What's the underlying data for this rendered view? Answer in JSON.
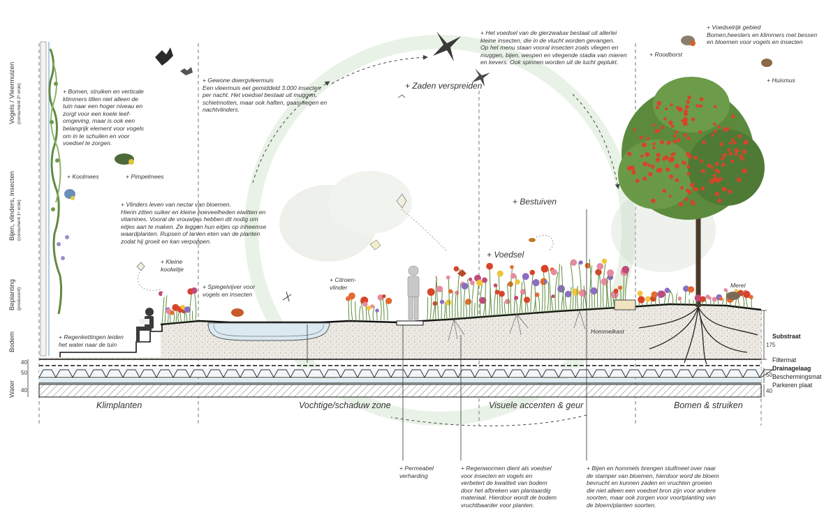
{
  "left_axis": [
    {
      "main": "Vogels / Vleermuizen",
      "sub": "(consument 2ᵉ orde)"
    },
    {
      "main": "Bijen, vlinders, insecten",
      "sub": "(consument 1ᵉ orde)"
    },
    {
      "main": "Beplanting",
      "sub": "(producent)"
    },
    {
      "main": "Bodem",
      "sub": ""
    },
    {
      "main": "Water",
      "sub": ""
    }
  ],
  "zones": [
    "Klimplanten",
    "Vochtige/schaduw zone",
    "Visuele accenten & geur",
    "Bomen & struiken"
  ],
  "layers": {
    "substraat": "Substraat",
    "filtermat": "Filtermat",
    "drainagelaag": "Drainagelaag",
    "beschermingsmat": "Beschermingsmat",
    "parkeren": "Parkeren plaat"
  },
  "dimensions": {
    "d175": "175",
    "d40a": "40",
    "d50a": "50",
    "d40b": "40",
    "d50b": "50",
    "d40c": "40"
  },
  "cycle": {
    "zaden": "+ Zaden verspreiden",
    "bestuiven": "+ Bestuiven",
    "voedsel": "+ Voedsel"
  },
  "annotations": {
    "bomen_klimmers": "+ Bomen, struiken en verticale\nklimmers tillen niet alleen de\ntuin naar een hoger niveau en\nzorgt voor een koele leef-\nomgeving, maar is ook een\nbelangrijk element voor vogels\nom in te schuilen en voor\nvoedsel te zorgen.",
    "vleermuis": "+ Gewone dwergvleermuis\nEen vleermuis eet gemiddeld 3.000 insecten\nper nacht. Het voedsel bestaat uit muggen,\nschietmotten, maar ook haften, gaasvliegen en\nnachtvlinders.",
    "gierzwaluw": "+ Het voedsel van de gierzwaluw bestaat uit allerlei\nkleine insecten, die in de vlucht worden gevangen.\nOp het menu staan vooral insecten zoals vliegen en\nmuggen, bijen, wespen en vliegende stadia van mieren\nen kevers. Ook spinnen worden uit de lucht geplukt.",
    "voedselrijk": "+ Voedselrijk gebied\nBomen,heesters en klimmers met bessen\nen bloemen voor vogels en insecten",
    "roodborst": "+ Roodborst",
    "huismus": "+ Huismus",
    "koolmees": "+ Koolmees",
    "pimpelmees": "+ Pimpelmees",
    "vlinders": "+ Vlinders leven van nectar van bloemen.\nHierin zitten suiker en kleine hoeveelheden eiwitten en\nvitamines. Vooral de vrouwtjes hebben dit nodig om\neitjes aan te maken. Ze leggen hun eitjes op inheemse\nwaardplanten. Rupsen of larven eten van de planten\nzodat hij groeit en kan verpoppen.",
    "koolwitje": "+ Kleine\nkoolwitje",
    "spiegelvijver": "+ Spiegelvijver voor\nvogels en insecten",
    "citroenvlinder": "+ Citroen-\nvlinder",
    "merel": "Merel",
    "hommelkast": "Hommelkast",
    "regenkettingen": "+ Regenkettingen leiden\nhet water naar de tuin",
    "permeabel": "+ Permeabel\nverharding",
    "regenwormen": "+ Regenwormen dient als voedsel\nvoor insecten en vogels en\nverbetert de kwaliteit van bodem\ndoor het afbreken van plantaardig\nmateriaal. Hierdoor wordt de bodem\nvruchtbaarder voor planten.",
    "bijen_hommels": "+ Bijen en hommels brengen stuifmeel over naar\nde stamper van bloemen, hierdoor word de bloem\nbevrucht en kunnen zaden en vruchten groeien\ndie niet alleen een voedsel bron zijn voor andere\nsoorten, maar ook zorgen voor voortplanting van\nde bloem/planten soorten."
  },
  "colors": {
    "cycle": "#e9f2e6",
    "berries": "#d9432a",
    "foliage": "#4f7a35",
    "soil": "#e7e4dc",
    "water": "#d6e8f2"
  }
}
